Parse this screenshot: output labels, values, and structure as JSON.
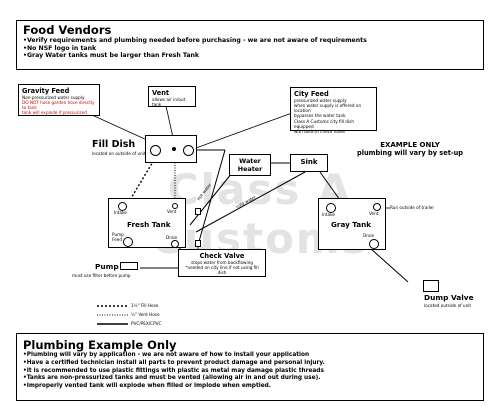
{
  "top_notice": {
    "title": "Food Vendors",
    "lines": [
      "•Verify requirements and plumbing needed before purchasing - we are not aware of requirements",
      "•No NSF logo in tank",
      "•Gray Water tanks must be larger than Fresh Tank"
    ]
  },
  "gravity_feed": {
    "title": "Gravity Feed",
    "line1": "Non-pressurized water supply",
    "line2": "DO NOT hose garden hose directly to tank",
    "line3": "tank will explode if pressurized"
  },
  "vent": {
    "title": "Vent",
    "desc": "allows air in/out tank"
  },
  "city_feed": {
    "title": "City Feed",
    "line1": "pressurized water supply",
    "line2": "when water supply is offered on location",
    "line3": "bypasses the water tank",
    "line4": "Class A Customs city fill dish equipped",
    "line5": "with built-in check valve"
  },
  "fill_dish": {
    "title": "Fill Dish",
    "sub": "located on outside of unit"
  },
  "example_note": {
    "line1": "EXAMPLE ONLY",
    "line2": "plumbing will vary by set-up"
  },
  "watermark": "Class A Customs",
  "water_heater": {
    "line1": "Water",
    "line2": "Heater"
  },
  "sink": {
    "label": "Sink"
  },
  "pipe_labels": {
    "hot": "hot water",
    "cold": "cold water"
  },
  "fresh_tank": {
    "name": "Fresh Tank",
    "intake": "Intake",
    "vent": "Vent",
    "pump_feed_1": "Pump",
    "pump_feed_2": "Feed",
    "drain": "Drain"
  },
  "gray_tank": {
    "name": "Gray Tank",
    "intake": "Intake",
    "vent": "Vent",
    "drain": "Drain",
    "vent_note": "Run outside of trailer"
  },
  "pump": {
    "label": "Pump",
    "note": "must use filter before pump"
  },
  "check_valve": {
    "title": "Check Valve",
    "line1": "stops water from backflowing",
    "line2": "*needed on city line if not using fill dish"
  },
  "dump_valve": {
    "title": "Dump Valve",
    "sub": "located outside of unit"
  },
  "legend": [
    {
      "label": "1½\" Fill Hose"
    },
    {
      "label": "½\" Vent Hose"
    },
    {
      "label": "PVC/PEX/CPVC"
    }
  ],
  "bottom_notice": {
    "title": "Plumbing Example Only",
    "lines": [
      "•Plumbing will vary by application - we are not aware of how to install your application",
      "•Have a certified technician install all parts to prevent product damage and personal injury.",
      "•It is recommended to use plastic fittings with plastic as metal may damage plastic threads",
      "•Tanks are non-pressurized tanks and must be vented (allowing air in and out during use).",
      "•Improperly vented tank will explode when filled or implode when emptied."
    ]
  },
  "colors": {
    "warning_red": "#d10000",
    "watermark_gray": "#d9d9d9"
  }
}
